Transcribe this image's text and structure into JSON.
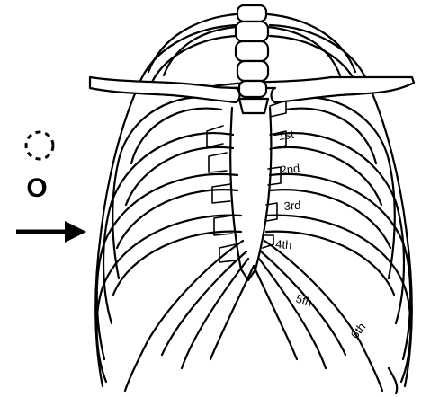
{
  "rib_labels": [
    "1st",
    "2nd",
    "3rd",
    "4th",
    "5th",
    "6th"
  ],
  "marker_symbol": "O"
}
